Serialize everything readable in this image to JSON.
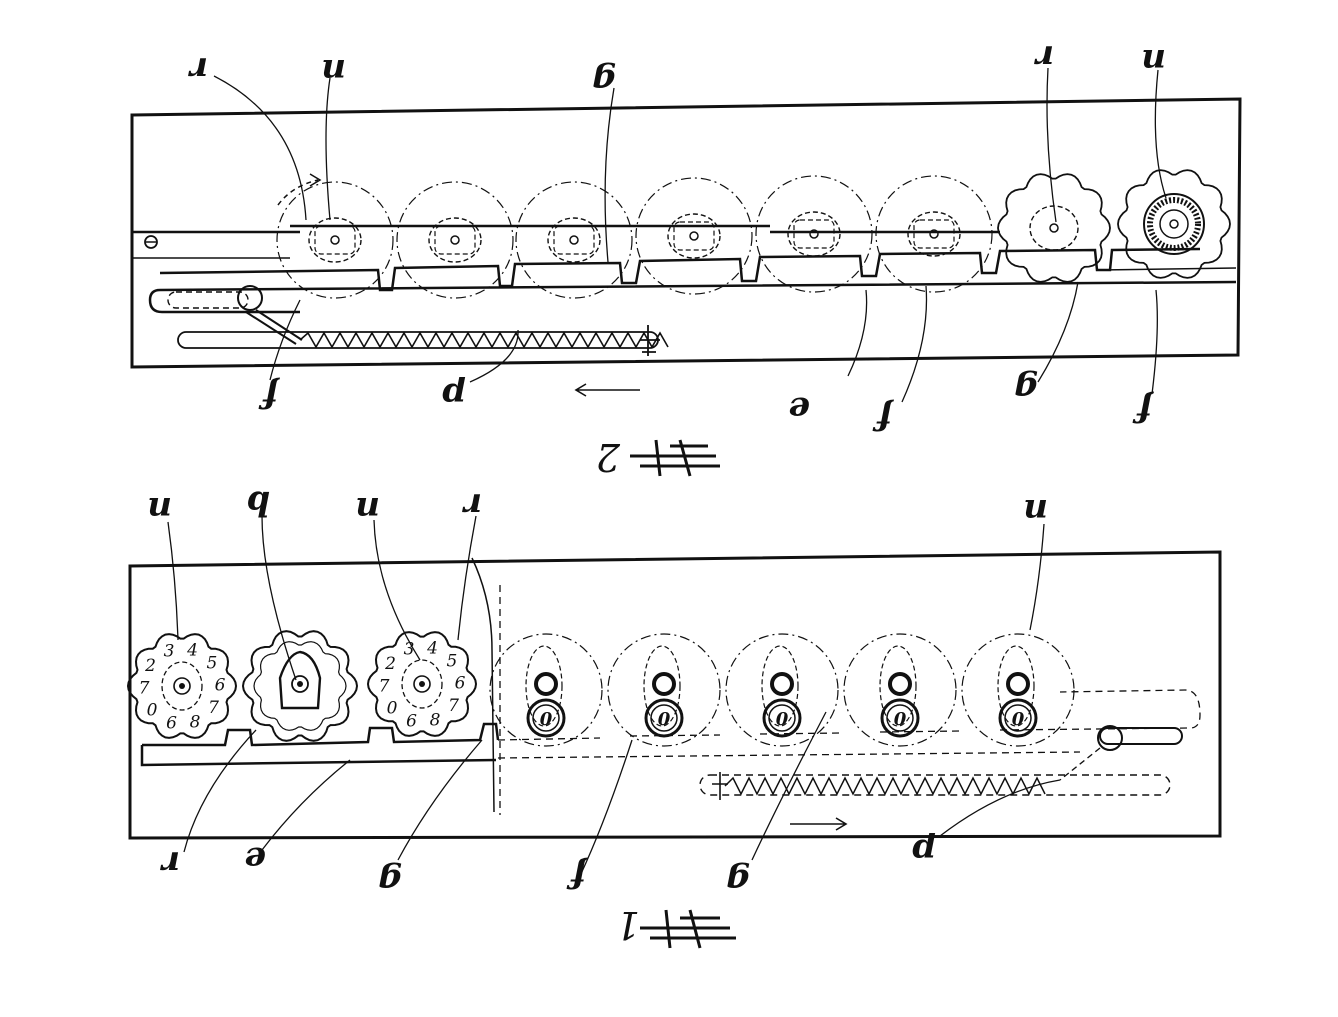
{
  "colors": {
    "ink": "#111111",
    "paper": "#ffffff"
  },
  "figures": [
    {
      "id": "fig2",
      "number": "2",
      "labels": [
        "r",
        "n",
        "g",
        "r",
        "n",
        "f",
        "p",
        "e",
        "f",
        "g",
        "f"
      ],
      "motion_arrow": "left",
      "wheels": [
        {
          "kind": "dashed"
        },
        {
          "kind": "dashed"
        },
        {
          "kind": "dashed"
        },
        {
          "kind": "dashed"
        },
        {
          "kind": "dashed"
        },
        {
          "kind": "dashed"
        },
        {
          "kind": "lobed"
        },
        {
          "kind": "lobed-ratchet"
        }
      ]
    },
    {
      "id": "fig1",
      "number": "1",
      "labels": [
        "n",
        "b",
        "n",
        "r",
        "n",
        "r",
        "e",
        "g",
        "f",
        "g",
        "p"
      ],
      "motion_arrow": "right",
      "wheel_digits": {
        "first": [
          "3",
          "4",
          "5",
          "6",
          "7",
          "8",
          "6",
          "0",
          "7",
          "2"
        ],
        "third": [
          "3",
          "4",
          "5",
          "6",
          "7",
          "8",
          "6",
          "0",
          "7",
          "2"
        ]
      },
      "display_digit": "0",
      "display_count": 5
    }
  ]
}
